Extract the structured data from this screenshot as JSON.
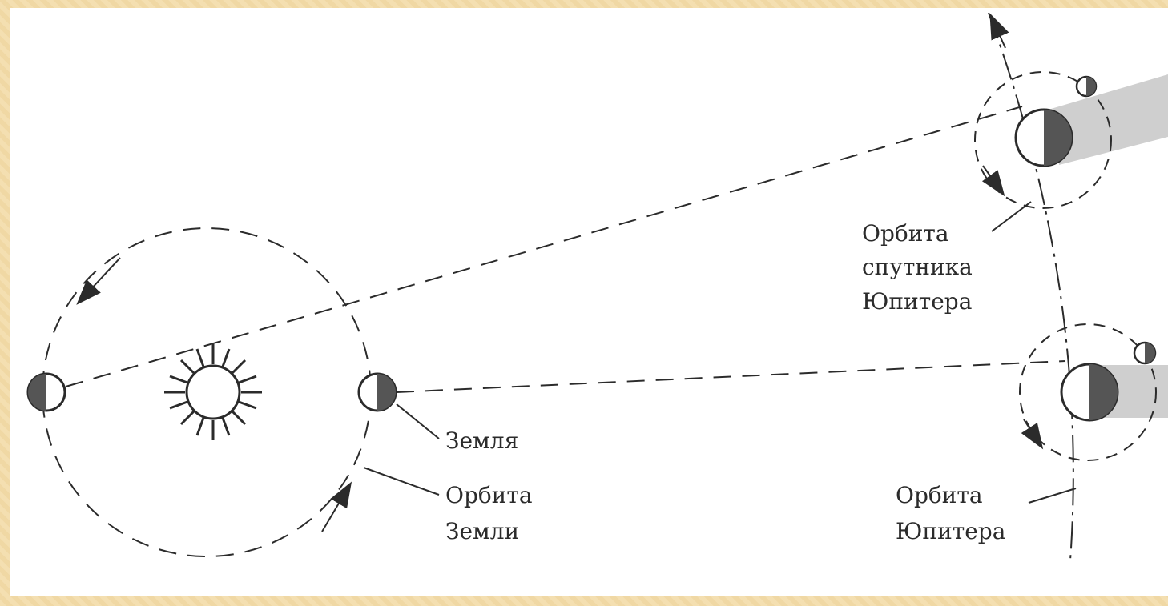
{
  "labels": {
    "earth": "Земля",
    "earth_orbit_line1": "Орбита",
    "earth_orbit_line2": "Земли",
    "moon_orbit_line1": "Орбита",
    "moon_orbit_line2": "спутника",
    "moon_orbit_line3": "Юпитера",
    "jupiter_orbit_line1": "Орбита",
    "jupiter_orbit_line2": "Юпитера"
  },
  "colors": {
    "border": "#f3dcaa",
    "background": "#ffffff",
    "ink": "#2b2b2b",
    "shadow": "#cfcfcf",
    "dark_side": "#555555"
  }
}
